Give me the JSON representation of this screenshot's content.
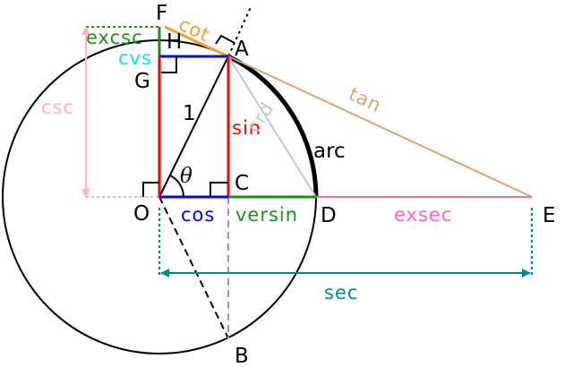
{
  "points": {
    "O": "O",
    "A": "A",
    "B": "B",
    "C": "C",
    "D": "D",
    "E": "E",
    "F": "F",
    "G": "G",
    "H": "H"
  },
  "labels": {
    "radius": "1",
    "angle": "θ",
    "arc": "arc",
    "sin": "sin",
    "cos": "cos",
    "tan": "tan",
    "cot": "cot",
    "sec": "sec",
    "csc": "csc",
    "crd": "crd",
    "versin": "versin",
    "cvs": "cvs",
    "exsec": "exsec",
    "excsc": "excsc"
  },
  "colors": {
    "circle": "#000000",
    "sin": "#ff0000",
    "cos": "#0000ff",
    "tan": "#d2a679",
    "cot": "#f0a030",
    "sec": "#008b8b",
    "csc": "#ffb6c1",
    "crd": "#bbbbbb",
    "versin": "#228b22",
    "cvs": "#00e5ee",
    "exsec": "#ff69b4",
    "excsc": "#228b22"
  }
}
